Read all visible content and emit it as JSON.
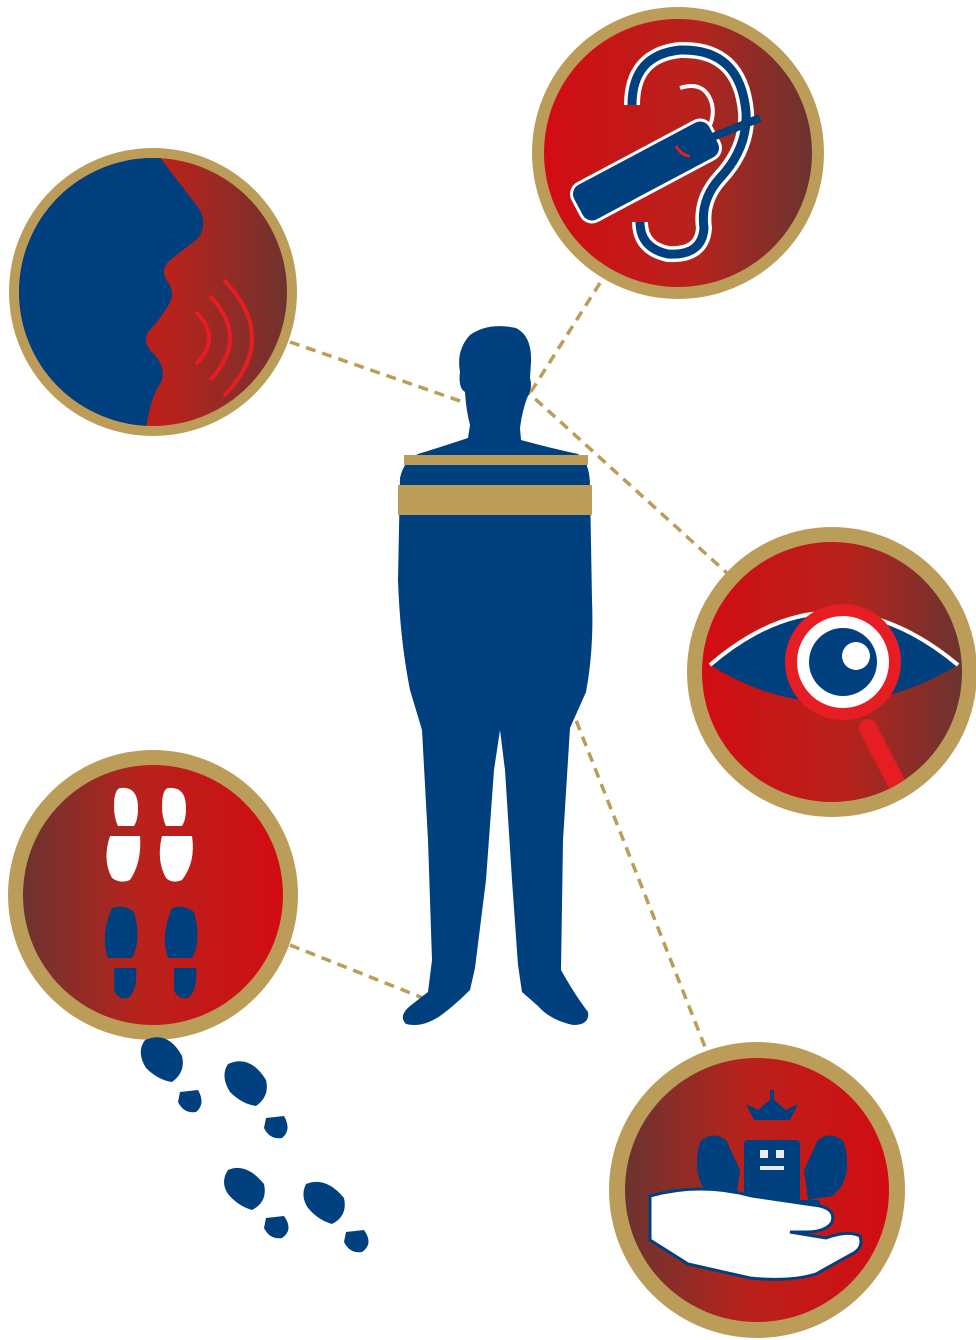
{
  "colors": {
    "navy": "#00407f",
    "gold": "#bb9d59",
    "red": "#d20c12",
    "brown": "#6a3430",
    "white": "#ffffff"
  },
  "figure": {
    "center": "person-silhouette",
    "nodes": [
      {
        "id": "speech",
        "icon": "speaking-face-icon"
      },
      {
        "id": "hearing",
        "icon": "ear-headset-icon"
      },
      {
        "id": "seeing",
        "icon": "eye-magnifier-icon"
      },
      {
        "id": "tracking",
        "icon": "footprints-icon"
      },
      {
        "id": "protection",
        "icon": "hand-coat-of-arms-icon"
      }
    ]
  }
}
